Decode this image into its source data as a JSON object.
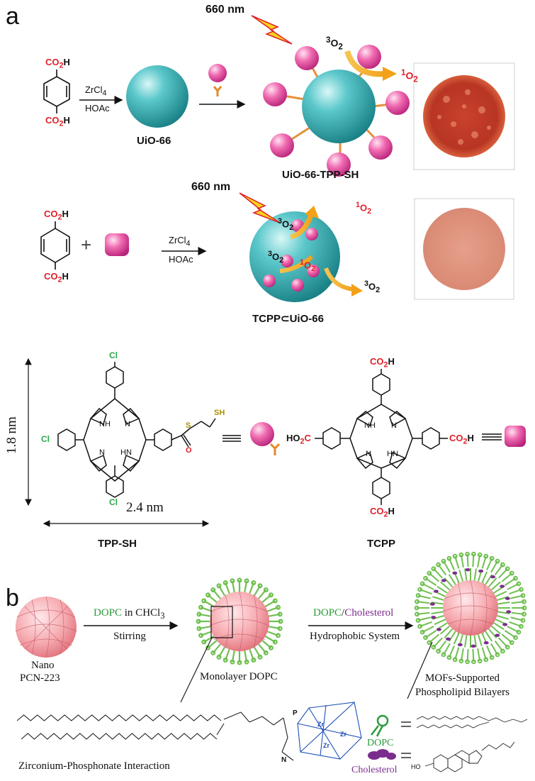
{
  "panel_a": {
    "letter": "a",
    "row1": {
      "reagent_top": "CO",
      "reagent_top_o2": "2",
      "reagent_top_h": "H",
      "reagent_bottom": "CO",
      "reagent_bottom_o2": "2",
      "reagent_bottom_h": "H",
      "condition1": "ZrCl",
      "condition1_sub": "4",
      "condition2": "HOAc",
      "product1": "UiO-66",
      "product2": "UiO-66-TPP-SH",
      "light": "660 nm",
      "triplet_oxygen": "3",
      "triplet_o": "O",
      "triplet_sub": "2",
      "singlet_oxygen": "1",
      "singlet_o": "O",
      "singlet_sub": "2"
    },
    "row2": {
      "plus": "+",
      "condition1": "ZrCl",
      "condition1_sub": "4",
      "condition2": "HOAc",
      "light": "660 nm",
      "product": "TCPP⊂UiO-66"
    },
    "row3": {
      "height_label": "1.8 nm",
      "width_label": "2.4 nm",
      "tppsh_label": "TPP-SH",
      "tcpp_label": "TCPP",
      "cl": "Cl",
      "nh": "NH",
      "n": "N",
      "hn": "HN",
      "s": "S",
      "sh": "SH",
      "o": "O",
      "co2h": "CO",
      "co2h_sub": "2",
      "co2h_h": "H",
      "ho2c": "HO",
      "ho2c_sub": "2",
      "ho2c_c": "C"
    }
  },
  "panel_b": {
    "letter": "b",
    "start_label_1": "Nano",
    "start_label_2": "PCN-223",
    "step1_top_green": "DOPC",
    "step1_top_rest": " in CHCl",
    "step1_top_sub": "3",
    "step1_bottom": "Stirring",
    "mid_label": "Monolayer DOPC",
    "step2_top_green": "DOPC",
    "step2_top_slash": "/",
    "step2_top_purple": "Cholesterol",
    "step2_bottom": "Hydrophobic System",
    "end_label_1": "MOFs-Supported",
    "end_label_2": "Phospholipid Bilayers",
    "interaction_label": "Zirconium-Phosphonate Interaction",
    "legend_dopc": "DOPC",
    "legend_chol": "Cholesterol",
    "equals": "=",
    "zr": "Zr",
    "p": "P",
    "n_plus": "N",
    "ho": "HO"
  },
  "colors": {
    "teal": "#2aa9ad",
    "pink": "#e8479a",
    "orange": "#f2a118",
    "red": "#e0202a",
    "green": "#2a9a3a",
    "purple": "#7b2d8e"
  }
}
